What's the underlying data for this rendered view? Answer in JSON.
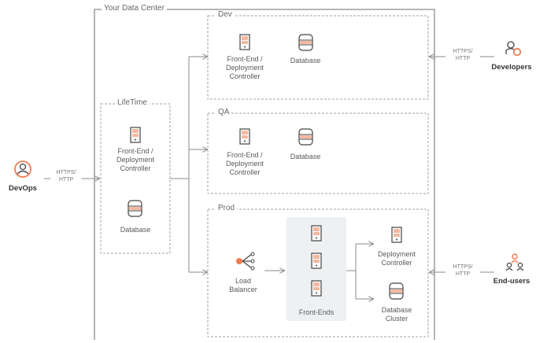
{
  "colors": {
    "accent": "#f07c52",
    "line": "#8a8a8a",
    "dashed": "#9a9a9a",
    "server_fill": "#f5b8a0",
    "db_fill": "#f5b8a0"
  },
  "datacenter": {
    "title": "Your Data Center"
  },
  "lifetime": {
    "title": "LifeTime",
    "frontend": "Front-End / Deployment Controller",
    "database": "Database"
  },
  "dev": {
    "title": "Dev",
    "frontend": "Front-End / Deployment Controller",
    "database": "Database"
  },
  "qa": {
    "title": "QA",
    "frontend": "Front-End / Deployment Controller",
    "database": "Database"
  },
  "prod": {
    "title": "Prod",
    "load_balancer": "Load Balancer",
    "frontends": "Front-Ends",
    "deployment_controller": "Deployment Controller",
    "database_cluster": "Database Cluster"
  },
  "actors": {
    "devops": "DevOps",
    "developers": "Developers",
    "end_users": "End-users"
  },
  "protocols": {
    "devops": "HTTPS/ HTTP",
    "developers": "HTTPS/ HTTP",
    "end_users": "HTTPS/ HTTP"
  }
}
